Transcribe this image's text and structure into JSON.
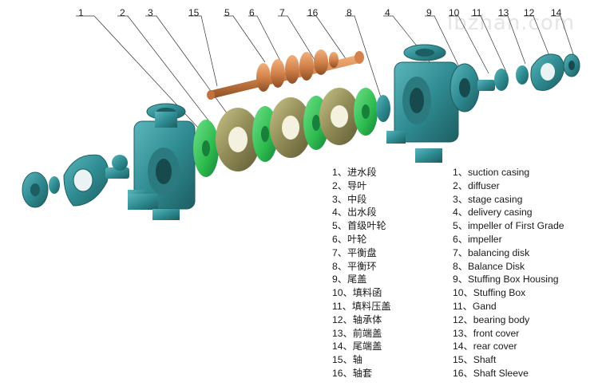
{
  "watermark": "lbzhan.com",
  "callouts": [
    "1",
    "2",
    "3",
    "15",
    "5",
    "6",
    "7",
    "16",
    "8",
    "4",
    "9",
    "10",
    "11",
    "13",
    "12",
    "14"
  ],
  "legend_cn": [
    "1、进水段",
    "2、导叶",
    "3、中段",
    "4、出水段",
    "5、首级叶轮",
    "6、叶轮",
    "7、平衡盘",
    "8、平衡环",
    "9、尾盖",
    "10、填料函",
    "11、填料压盖",
    "12、轴承体",
    "13、前端盖",
    "14、尾端盖",
    "15、轴",
    "16、轴套"
  ],
  "legend_en": [
    "1、suction casing",
    "2、diffuser",
    "3、stage casing",
    "4、delivery casing",
    "5、impeller of First Grade",
    "6、impeller",
    "7、balancing disk",
    "8、Balance  Disk",
    "9、Stuffing Box Housing",
    "10、Stuffing Box",
    "11、Gand",
    "12、bearing body",
    "13、front cover",
    "14、rear cover",
    "15、Shaft",
    "16、Shaft Sleeve"
  ],
  "colors": {
    "teal": "#2f8c92",
    "teal_dark": "#1f6468",
    "green": "#2dbb4e",
    "khaki": "#8f8a55",
    "copper": "#d2824a"
  }
}
